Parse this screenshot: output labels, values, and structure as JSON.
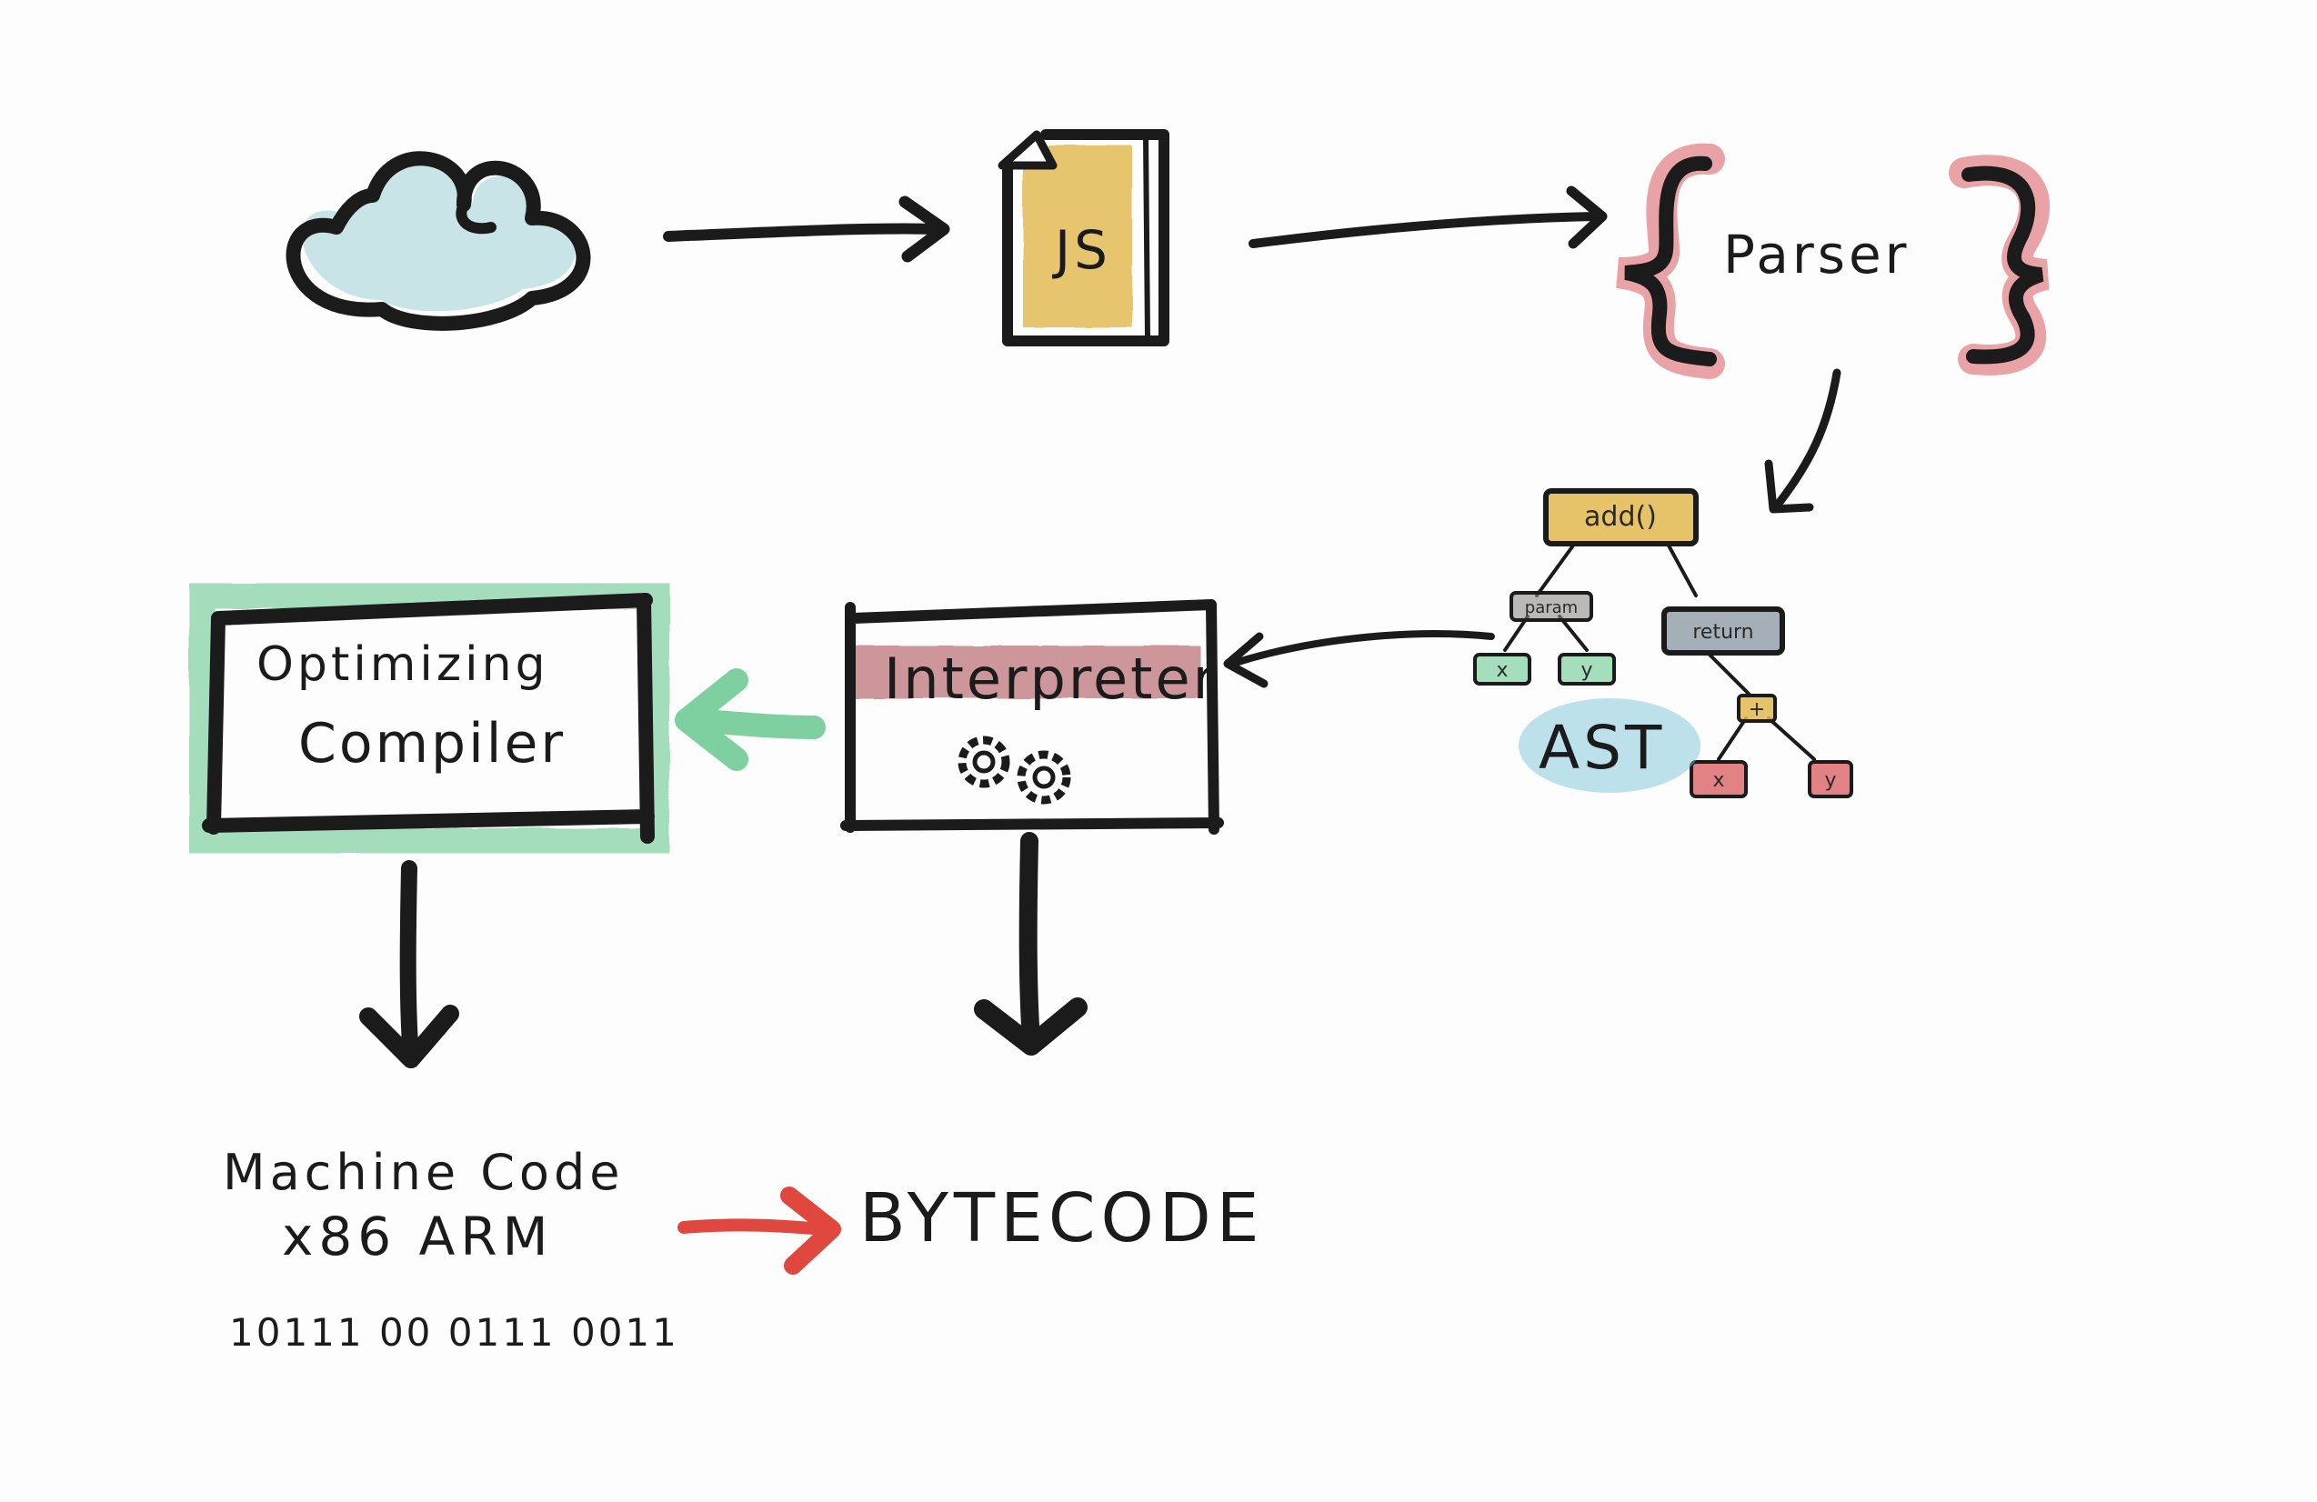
{
  "colors": {
    "ink": "#1b1b1b",
    "js_yellow": "#e2b84d",
    "parser_red": "#d9585e",
    "cloud_blue": "#9fd0d6",
    "compiler_green": "#7fd0a0",
    "interpreter_red": "#a7434d",
    "ast_blue": "#6fbfd6",
    "bytecode_arrow_red": "#e0483f"
  },
  "icons": {
    "source": "cloud-icon",
    "file": "js-file-icon",
    "gears": "gears-icon"
  },
  "labels": {
    "js_file": "JS",
    "parser": "Parser",
    "ast": "AST",
    "interpreter": "Interpreter",
    "optimizing_compiler_line1": "Optimizing",
    "optimizing_compiler_line2": "Compiler",
    "machine_code_title": "Machine Code",
    "machine_code_arch": "x86  ARM",
    "machine_code_bits": "10111 00 0111 0011",
    "bytecode": "BYTECODE"
  },
  "ast_nodes": {
    "root": "add()",
    "params": "param",
    "return": "return",
    "param_x": "x",
    "param_y": "y",
    "op": "+",
    "ret_x": "x",
    "ret_y": "y"
  }
}
